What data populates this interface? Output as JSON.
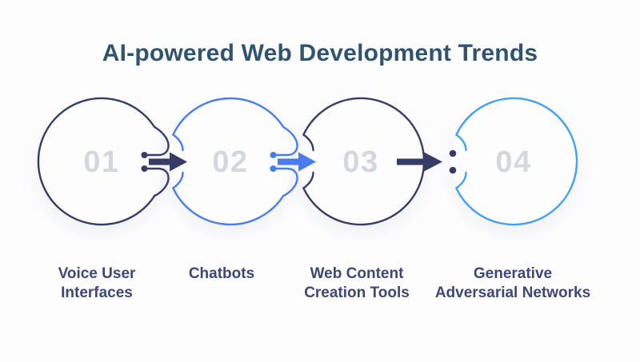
{
  "title": "AI-powered Web Development Trends",
  "items": [
    {
      "number": "01",
      "label_line1": "Voice User",
      "label_line2": "Interfaces",
      "circle_color": "#363c66"
    },
    {
      "number": "02",
      "label_line1": "Chatbots",
      "label_line2": "",
      "circle_color": "#4a7cf0"
    },
    {
      "number": "03",
      "label_line1": "Web Content",
      "label_line2": "Creation Tools",
      "circle_color": "#363c66"
    },
    {
      "number": "04",
      "label_line1": "Generative",
      "label_line2": "Adversarial Networks",
      "circle_color": "#45a1ef"
    }
  ],
  "connectors": [
    {
      "from": "01",
      "to": "02",
      "style": "circuit-trace-arrow",
      "color": "#363c66"
    },
    {
      "from": "02",
      "to": "03",
      "style": "circuit-trace-arrow",
      "color": "#4a7cf0"
    },
    {
      "from": "03",
      "to": "04",
      "style": "arrow-with-colon-dots",
      "color": "#363c66"
    }
  ],
  "colors": {
    "background": "#fdfdfe",
    "title_text": "#30536e",
    "label_text": "#3d4879",
    "number_text": "#d5d7de",
    "navy": "#363c66",
    "blue": "#4a7cf0",
    "sky": "#45a1ef"
  }
}
